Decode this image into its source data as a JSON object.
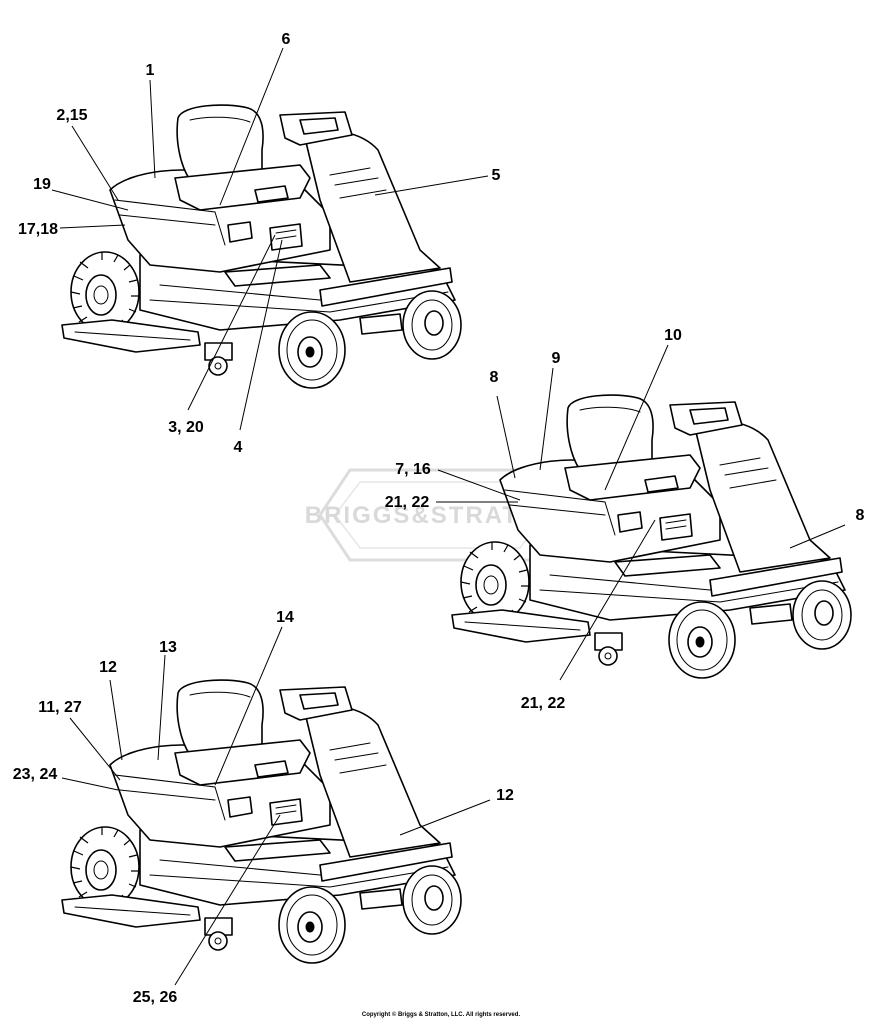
{
  "watermark": "BRIGGS&STRATTON",
  "callouts": {
    "top": [
      "1",
      "2,15",
      "19",
      "17,18",
      "6",
      "5",
      "3, 20",
      "4"
    ],
    "right": [
      "10",
      "9",
      "8",
      "7, 16",
      "21, 22",
      "8",
      "21, 22"
    ],
    "bottom": [
      "12",
      "13",
      "14",
      "11, 27",
      "23, 24",
      "12",
      "25, 26"
    ]
  },
  "copyright": "Copyright © Briggs & Stratton, LLC. All rights reserved."
}
